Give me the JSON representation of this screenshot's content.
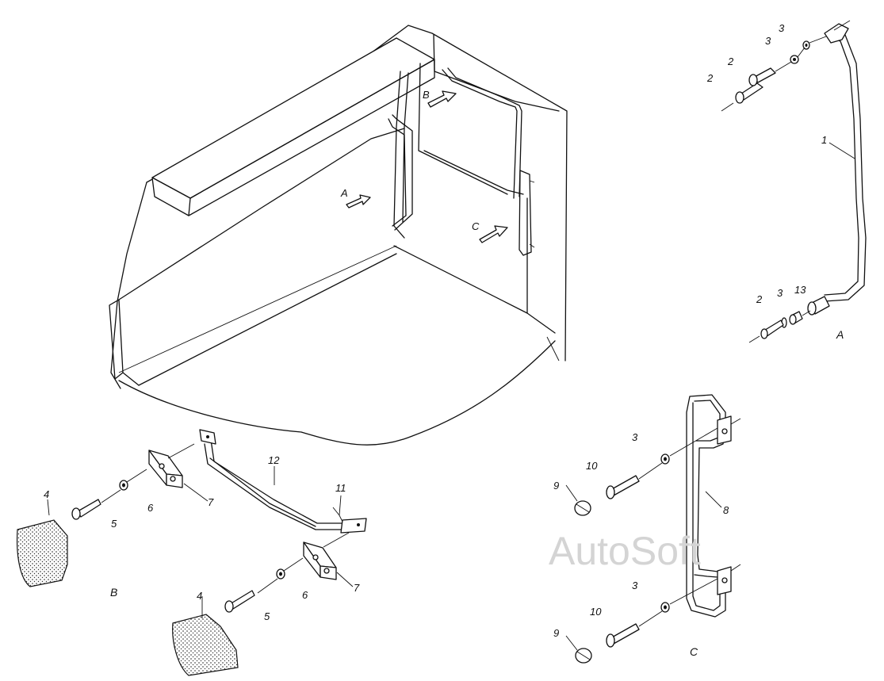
{
  "labels": {
    "view_a": "A",
    "view_b": "B",
    "view_c": "C",
    "arrow_a": "A",
    "arrow_b": "B",
    "arrow_c": "C",
    "p1": "1",
    "p2": "2",
    "p3": "3",
    "p4": "4",
    "p5": "5",
    "p6": "6",
    "p7": "7",
    "p8": "8",
    "p9": "9",
    "p10": "10",
    "p11": "11",
    "p12": "12",
    "p13": "13"
  },
  "watermark": "AutoSoft"
}
